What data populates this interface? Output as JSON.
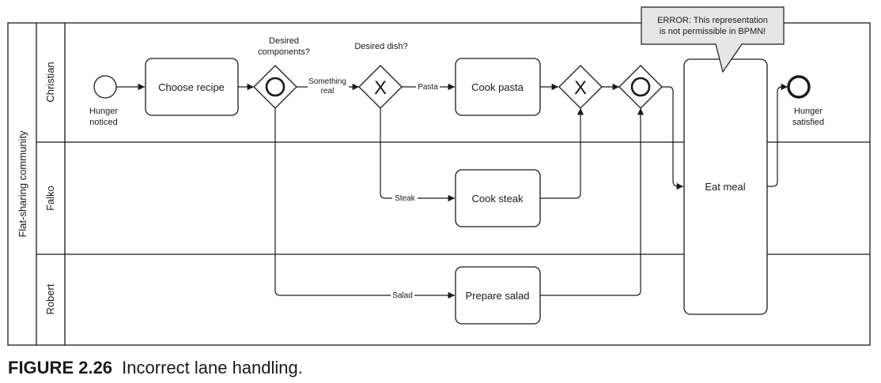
{
  "pool": {
    "label": "Flat-sharing community"
  },
  "lanes": [
    {
      "id": "christian",
      "label": "Christian"
    },
    {
      "id": "falko",
      "label": "Falko"
    },
    {
      "id": "robert",
      "label": "Robert"
    }
  ],
  "events": {
    "start": {
      "label_line1": "Hunger",
      "label_line2": "noticed"
    },
    "end": {
      "label_line1": "Hunger",
      "label_line2": "satisfied"
    }
  },
  "tasks": {
    "choose_recipe": "Choose recipe",
    "cook_pasta": "Cook pasta",
    "cook_steak": "Cook steak",
    "prepare_salad": "Prepare salad",
    "eat_meal": "Eat meal"
  },
  "gateways": {
    "components": {
      "type": "inclusive",
      "label_line1": "Desired",
      "label_line2": "components?"
    },
    "dish": {
      "type": "exclusive",
      "label": "Desired dish?",
      "marker": "X"
    },
    "merge_dish": {
      "type": "exclusive",
      "marker": "X"
    },
    "merge_components": {
      "type": "inclusive"
    }
  },
  "flow_labels": {
    "something_real_line1": "Something",
    "something_real_line2": "real",
    "pasta": "Pasta",
    "steak": "Steak",
    "salad": "Salad"
  },
  "callout": {
    "line1": "ERROR: This representation",
    "line2": "is not permissible in BPMN!",
    "fill": "#e6e6e6"
  },
  "caption": {
    "figure": "FIGURE 2.26",
    "text": "Incorrect lane handling."
  }
}
